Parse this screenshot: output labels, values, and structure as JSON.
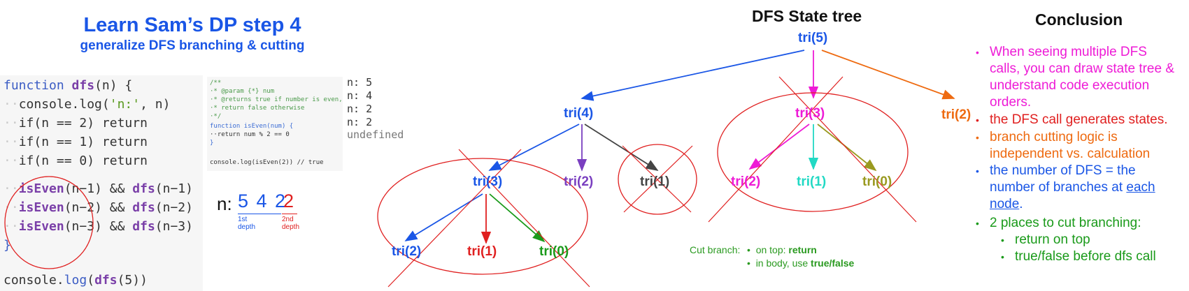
{
  "title": "Learn Sam’s DP step 4",
  "subtitle": "generalize DFS branching & cutting",
  "code": {
    "line1": {
      "kw": "function ",
      "fn": "dfs",
      "rest": "(n) {"
    },
    "line2": {
      "rest": "console.log(",
      "str": "'n:'",
      "rest2": ", n)"
    },
    "if2": "if(n == 2) return",
    "if1": "if(n == 1) return",
    "if0": "if(n == 0) return",
    "call1": {
      "fn": "isEven",
      "a": "(n−1) && ",
      "fn2": "dfs",
      "b": "(n−1)"
    },
    "call2": {
      "fn": "isEven",
      "a": "(n−2) && ",
      "fn2": "dfs",
      "b": "(n−2)"
    },
    "call3": {
      "fn": "isEven",
      "a": "(n−3) && ",
      "fn2": "dfs",
      "b": "(n−3)"
    },
    "close": "}",
    "log": {
      "pre": "console.",
      "kw": "log",
      "paren": "(",
      "fn": "dfs",
      "post": "(5))"
    }
  },
  "snippet": [
    "/**",
    "·* @param {*} num",
    "·* @returns true if number is even,",
    "·* return false otherwise",
    "·*/",
    "function isEven(num) {",
    "··return num % 2 == 0",
    "}",
    "",
    "console.log(isEven(2)) // true"
  ],
  "console_output": [
    "n: 5",
    "n: 4",
    "n: 2",
    "n: 2",
    "undefined"
  ],
  "depth": {
    "n_label": "n:",
    "first_values": "5 4 2",
    "second_value": "2",
    "first_label": [
      "1st",
      "depth"
    ],
    "second_label": [
      "2nd",
      "depth"
    ]
  },
  "tree": {
    "title": "DFS State tree",
    "nodes": {
      "root": "tri(5)",
      "l1_a": "tri(4)",
      "l1_b": "tri(3)",
      "l1_c": "tri(2)",
      "l2_a": "tri(3)",
      "l2_b": "tri(2)",
      "l2_c": "tri(1)",
      "l2_d": "tri(2)",
      "l2_e": "tri(1)",
      "l2_f": "tri(0)",
      "l3_a": "tri(2)",
      "l3_b": "tri(1)",
      "l3_c": "tri(0)"
    },
    "colors": {
      "blue": "#1a56e6",
      "magenta": "#ee1bd6",
      "orange": "#ee6a10",
      "purple": "#7a3fc0",
      "gray": "#444444",
      "cyan": "#22d9c4",
      "olive": "#9a9a20",
      "red": "#e02020",
      "green": "#1a9a1a"
    }
  },
  "cut_branch": {
    "label": "Cut branch:",
    "item1_pre": "on top: ",
    "item1_bold": "return",
    "item2_pre": "in body, use ",
    "item2_bold": "true/false"
  },
  "conclusion": {
    "title": "Conclusion",
    "b1": [
      "When seeing multiple DFS",
      "calls, you can draw state tree &",
      "understand code execution",
      "orders."
    ],
    "b2": "the DFS call generates states.",
    "b3": [
      "branch cutting logic is",
      "independent vs. calculation"
    ],
    "b4": [
      "the number of DFS = the",
      "number of branches at"
    ],
    "b4_link": [
      "each",
      "node"
    ],
    "b4_end": ".",
    "b5": "2 places to cut branching:",
    "b5_sub1": "return on top",
    "b5_sub2": "true/false before dfs call"
  }
}
